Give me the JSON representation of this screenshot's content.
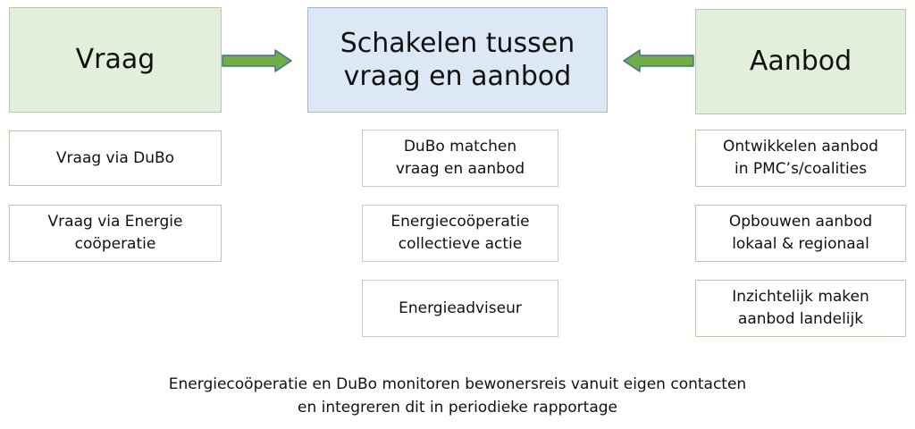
{
  "left": {
    "header": "Vraag",
    "items": [
      "Vraag via DuBo",
      "Vraag via Energie\ncoöperatie"
    ]
  },
  "center": {
    "header": "Schakelen tussen\nvraag en aanbod",
    "items": [
      "DuBo matchen\nvraag en aanbod",
      "Energiecoöperatie\ncollectieve actie",
      "Energieadviseur"
    ]
  },
  "right": {
    "header": "Aanbod",
    "items": [
      "Ontwikkelen aanbod\nin PMC’s/coalities",
      "Opbouwen aanbod\nlokaal & regionaal",
      "Inzichtelijk maken\naanbod landelijk"
    ]
  },
  "footer": "Energiecoöperatie en DuBo monitoren bewonersreis vanuit eigen contacten\nen integreren dit in periodieke rapportage",
  "colors": {
    "header_green": "#e2efda",
    "header_blue": "#dde8f6",
    "arrow_fill": "#70ad47",
    "arrow_stroke": "#41719c"
  }
}
